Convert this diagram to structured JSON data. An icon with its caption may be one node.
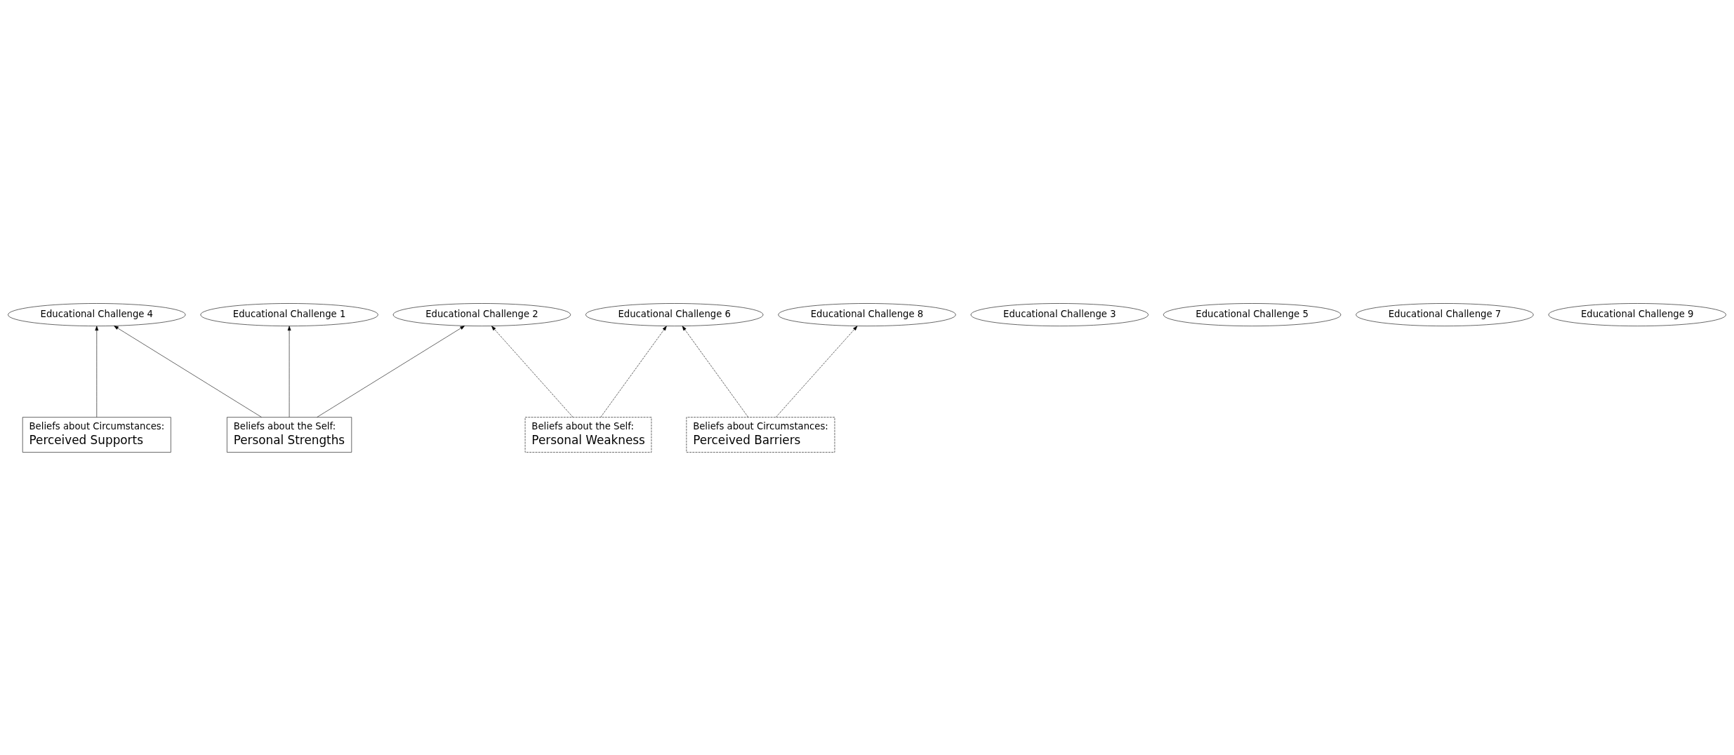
{
  "diagram": {
    "nodes": [
      {
        "text": [
          "Educational Challenge 1"
        ]
      },
      {
        "text": [
          "Educational Challenge 2"
        ]
      },
      {
        "text": [
          "Educational Challenge 3"
        ]
      },
      {
        "text": [
          "Educational Challenge 4"
        ]
      },
      {
        "text": [
          "Educational Challenge 5"
        ]
      },
      {
        "text": [
          "Educational Challenge 6"
        ]
      },
      {
        "text": [
          "Educational Challenge 7"
        ]
      },
      {
        "text": [
          "Educational Challenge 8"
        ]
      },
      {
        "text": [
          "Educational Challenge 9"
        ]
      },
      {
        "text": [
          "Beliefs about the Self:",
          "Personal Strengths"
        ]
      },
      {
        "text": [
          "Beliefs about the Self:",
          "Personal Weakness"
        ]
      },
      {
        "text": [
          "Beliefs about Circumstances:",
          "Perceived Supports"
        ]
      },
      {
        "text": [
          "Beliefs about Circumstances:",
          "Perceived Barriers"
        ]
      }
    ],
    "edges": [
      {
        "from": 9,
        "to": 0,
        "arrow": "to"
      },
      {
        "from": 9,
        "to": 1,
        "arrow": "to"
      },
      {
        "from": 9,
        "to": 3,
        "arrow": "to"
      },
      {
        "from": 10,
        "to": 1,
        "arrow": "to",
        "style": "dashed"
      },
      {
        "from": 10,
        "to": 5,
        "arrow": "to",
        "style": "dashed"
      },
      {
        "from": 11,
        "to": 3,
        "arrow": "to"
      },
      {
        "from": 12,
        "to": 5,
        "arrow": "to",
        "style": "dashed"
      },
      {
        "from": 12,
        "to": 7,
        "arrow": "to",
        "style": "dashed"
      }
    ]
  }
}
